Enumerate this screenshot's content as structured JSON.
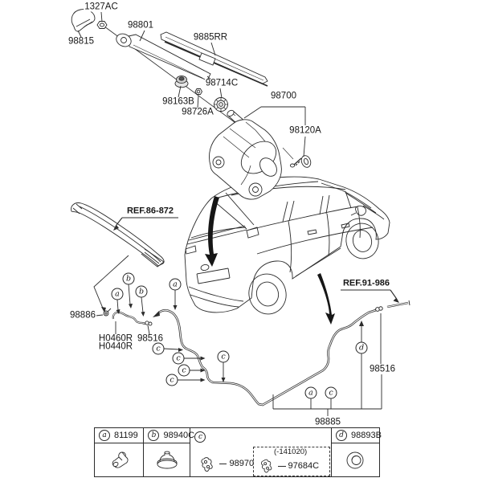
{
  "diagram": {
    "parts": {
      "nut_1327ac": "1327AC",
      "cap_98815": "98815",
      "arm_98801": "98801",
      "blade_9885rr": "9885RR",
      "grommet_98714c": "98714C",
      "nut_98163b": "98163B",
      "nut_98726a": "98726A",
      "motor_98700": "98700",
      "screw_98120a": "98120A",
      "nozzle_98886": "98886",
      "hose_h0460r": "H0460R",
      "hose_h0440r": "H0440R",
      "joint_98516": "98516",
      "tube_98885": "98885"
    },
    "refs": {
      "spoiler": "REF.86-872",
      "front_washer": "REF.91-986"
    },
    "callouts": {
      "a": "a",
      "b": "b",
      "c": "c",
      "d": "d"
    },
    "legend": {
      "columns": [
        {
          "key": "a",
          "part": "81199"
        },
        {
          "key": "b",
          "part": "98940C"
        },
        {
          "key": "c",
          "part": "98970",
          "variant_range": "(-141020)",
          "variant_part": "97684C"
        },
        {
          "key": "d",
          "part": "98893B"
        }
      ]
    },
    "colors": {
      "line": "#2b2b2b",
      "background": "#ffffff"
    }
  }
}
